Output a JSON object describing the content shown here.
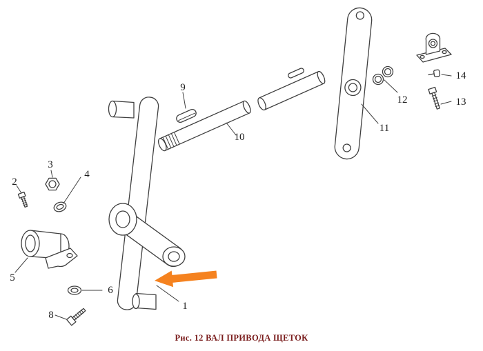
{
  "figure": {
    "caption": "Рис. 12 ВАЛ ПРИВОДА ЩЕТОК"
  },
  "part_labels": {
    "n1": "1",
    "n2": "2",
    "n3": "3",
    "n4": "4",
    "n5": "5",
    "n6": "6",
    "n8": "8",
    "n9": "9",
    "n10": "10",
    "n11": "11",
    "n12": "12",
    "n13": "13",
    "n14": "14"
  },
  "colors": {
    "line": "#3f3f3f",
    "arrow": "#f5821f",
    "caption_text": "#7a1d1d",
    "label_text": "#1c1c1c",
    "background": "#ffffff"
  }
}
